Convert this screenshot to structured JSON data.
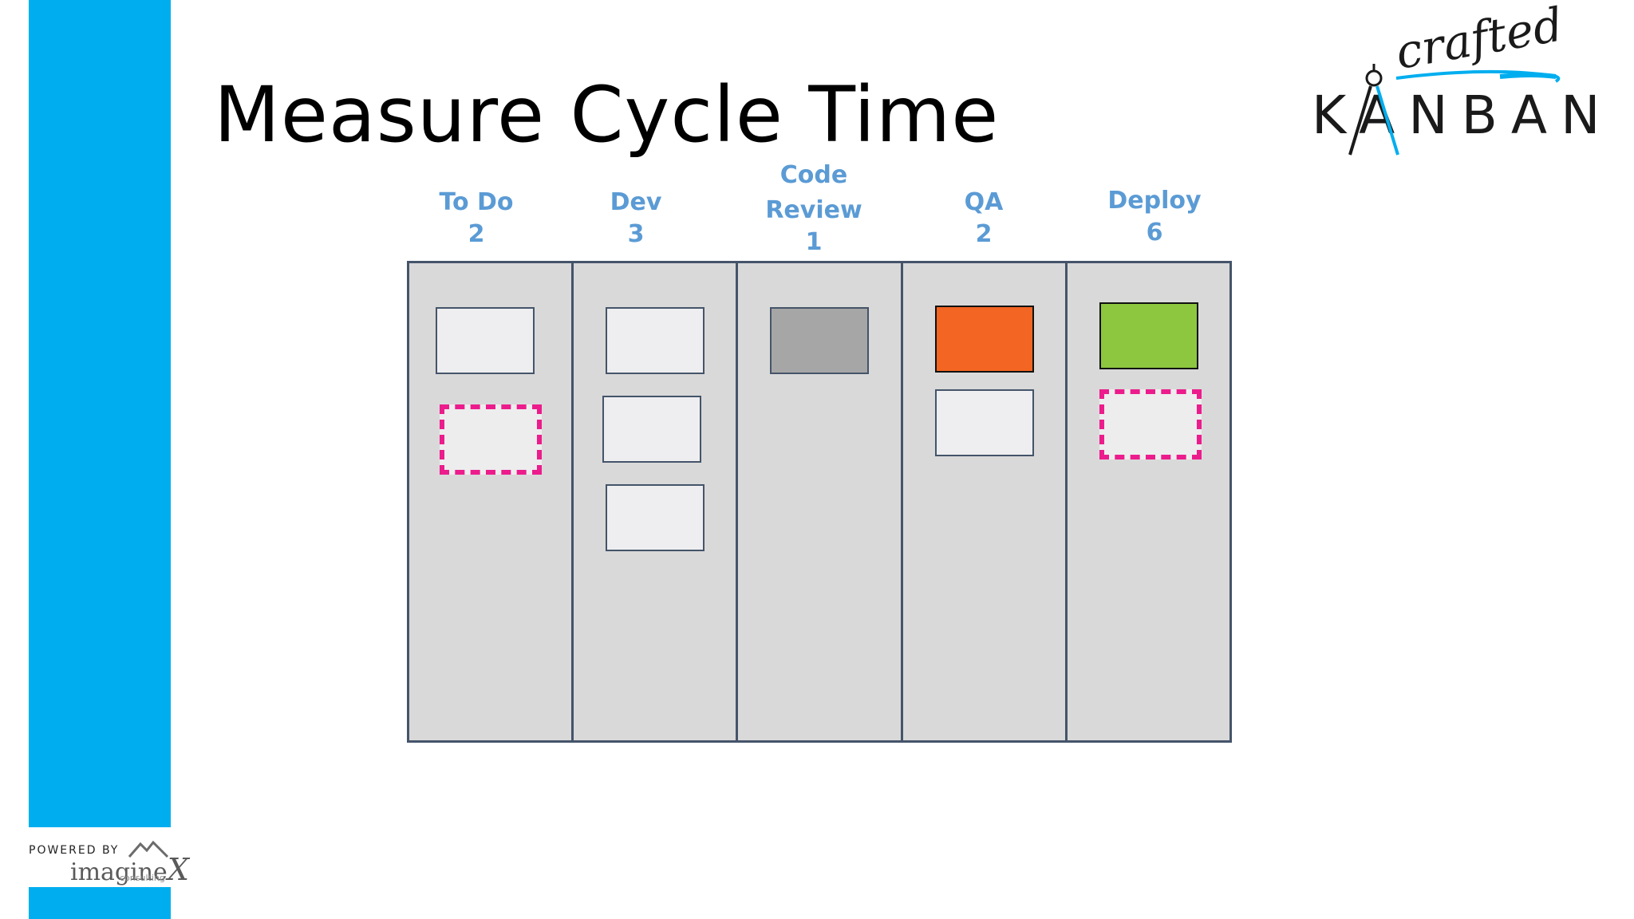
{
  "slide": {
    "title": "Measure Cycle Time",
    "accent_color": "#00aeef"
  },
  "logo": {
    "script_text": "crafted",
    "word_text": "KANBAN",
    "icon": "compass-icon"
  },
  "footer": {
    "powered_by": "POWERED BY",
    "brand": "imagine",
    "brand_mark": "X",
    "brand_sub": "consulting",
    "icon": "mountain-icon"
  },
  "board": {
    "header_color": "#5b9bd5",
    "columns": [
      {
        "name": "To Do",
        "wip": "2",
        "cards": [
          "plain",
          "dashed-pink"
        ]
      },
      {
        "name": "Dev",
        "wip": "3",
        "cards": [
          "plain",
          "plain",
          "plain"
        ]
      },
      {
        "name": "Code Review",
        "name_line1": "Code",
        "name_line2": "Review",
        "wip": "1",
        "cards": [
          "gray"
        ]
      },
      {
        "name": "QA",
        "wip": "2",
        "cards": [
          "orange",
          "plain"
        ]
      },
      {
        "name": "Deploy",
        "wip": "6",
        "cards": [
          "green",
          "dashed-pink"
        ]
      }
    ]
  }
}
